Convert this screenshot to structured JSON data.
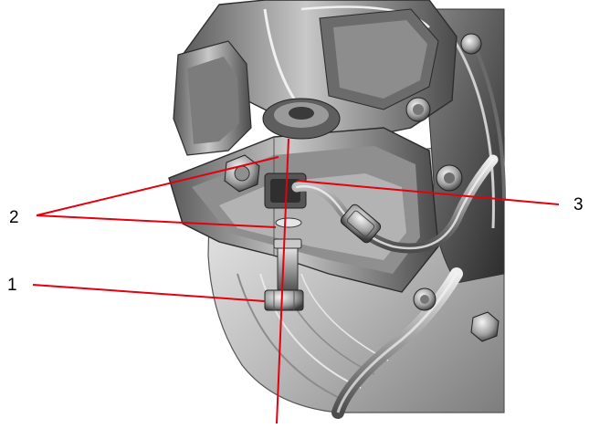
{
  "callouts": [
    {
      "label": "1"
    },
    {
      "label": "2"
    },
    {
      "label": "3"
    }
  ],
  "colors": {
    "leader": "#e3000f",
    "metal_light": "#d9d9d9",
    "metal_mid": "#9a9a9a",
    "metal_dark": "#3a3a3a",
    "background": "#ffffff"
  },
  "icons": {
    "assembly": "brake-caliper-assembly-illustration"
  }
}
